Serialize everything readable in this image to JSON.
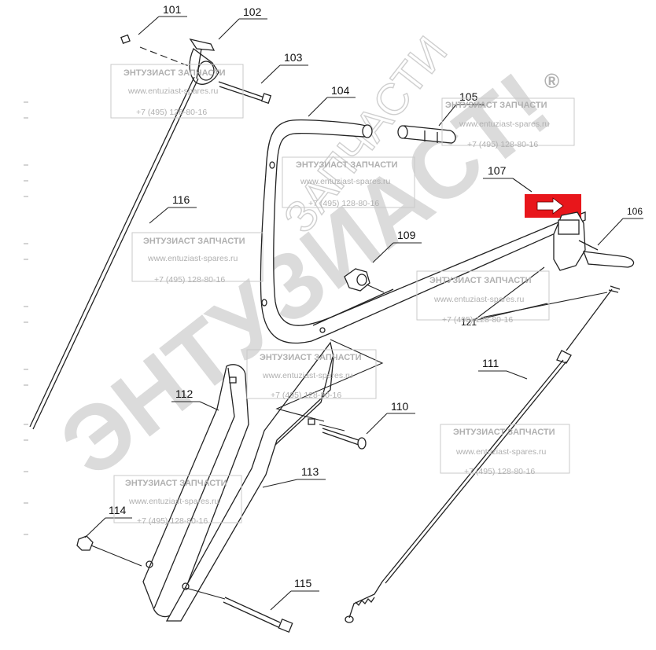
{
  "watermark": {
    "big_text": "ЭНТУЗИАСТ!",
    "arc_text": "ЗАПЧАСТИ",
    "registered": "®",
    "stamp_title": "ЭНТУЗИАСТ ЗАПЧАСТИ",
    "stamp_url": "www.entuziast-spares.ru",
    "stamp_phone": "+7 (495) 128-80-16"
  },
  "parts": {
    "p101": "101",
    "p102": "102",
    "p103": "103",
    "p104": "104",
    "p105": "105",
    "p106": "106",
    "p107": "107",
    "p109": "109",
    "p110": "110",
    "p111": "111",
    "p112": "112",
    "p113": "113",
    "p114": "114",
    "p115": "115",
    "p116": "116",
    "p121": "121"
  },
  "colors": {
    "highlight": "#e8161b",
    "line": "#222222"
  },
  "icons": {
    "highlight_arrow": "right-arrow-icon"
  }
}
